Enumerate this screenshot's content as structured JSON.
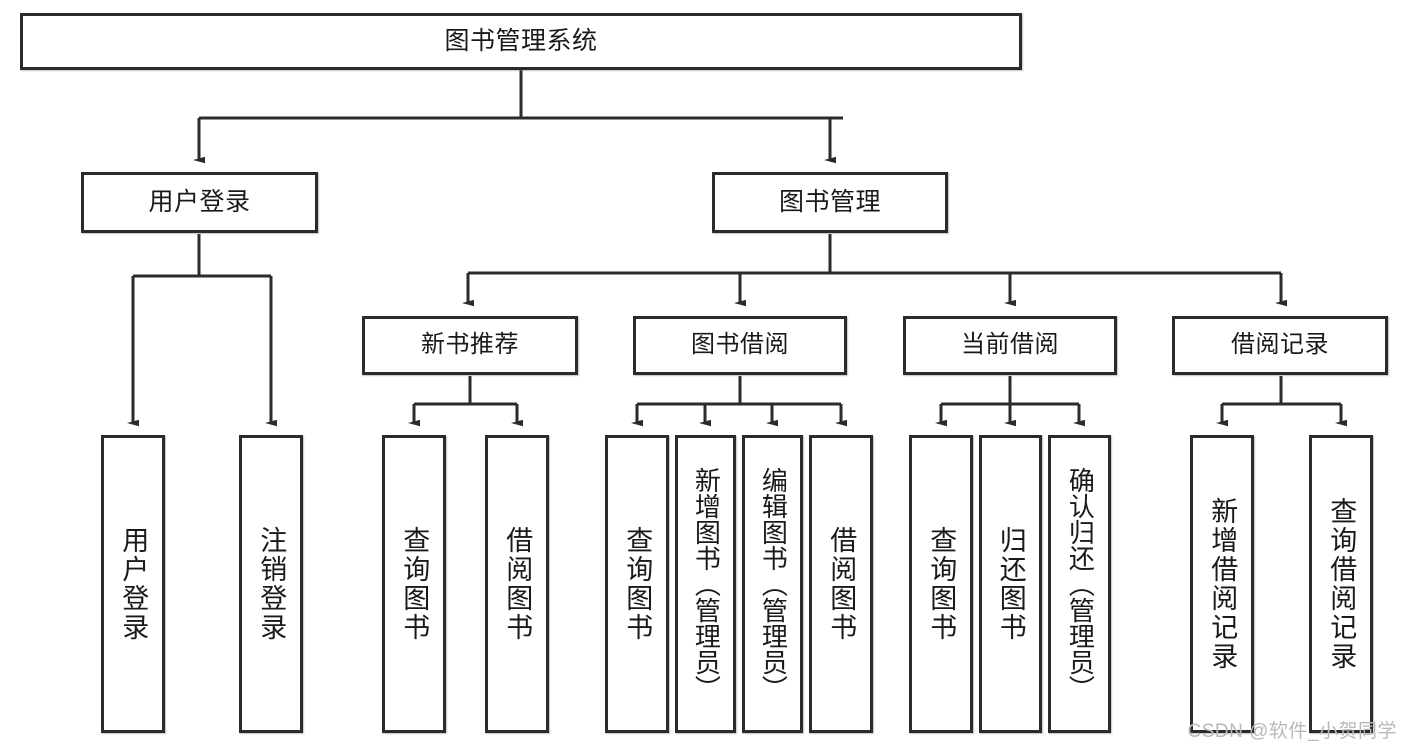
{
  "diagram": {
    "title": "图书管理系统",
    "watermark": "CSDN @软件_小贺同学",
    "colors": {
      "box_border": "#2b2b2b",
      "box_fill": "#ffffff",
      "connector": "#2b2b2b",
      "text": "#1a1a1a",
      "watermark": "#b9b9b9"
    },
    "root": {
      "label": "图书管理系统"
    },
    "level2": [
      {
        "label": "用户登录"
      },
      {
        "label": "图书管理"
      }
    ],
    "level3": [
      {
        "label": "新书推荐"
      },
      {
        "label": "图书借阅"
      },
      {
        "label": "当前借阅"
      },
      {
        "label": "借阅记录"
      }
    ],
    "leaves": {
      "user_login": [
        {
          "label": "用户登录"
        },
        {
          "label": "注销登录"
        }
      ],
      "new_book_recommend": [
        {
          "label": "查询图书"
        },
        {
          "label": "借阅图书"
        }
      ],
      "book_borrow": [
        {
          "label": "查询图书"
        },
        {
          "label": "新增图书（管理员）"
        },
        {
          "label": "编辑图书（管理员）"
        },
        {
          "label": "借阅图书"
        }
      ],
      "current_borrow": [
        {
          "label": "查询图书"
        },
        {
          "label": "归还图书"
        },
        {
          "label": "确认归还（管理员）"
        }
      ],
      "borrow_records": [
        {
          "label": "新增借阅记录"
        },
        {
          "label": "查询借阅记录"
        }
      ]
    }
  }
}
